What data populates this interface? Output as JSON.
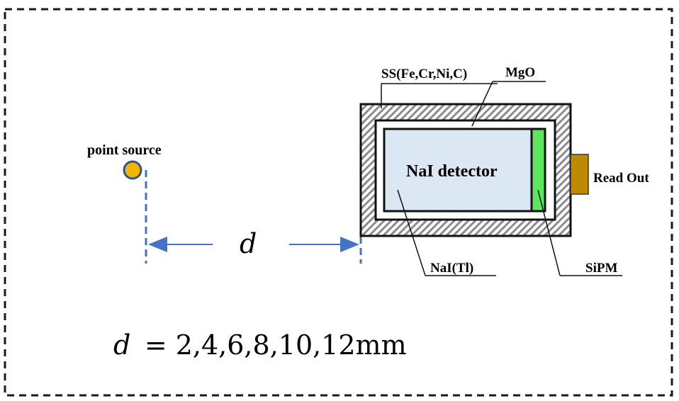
{
  "labels": {
    "point_source": "point source",
    "distance_symbol": "d",
    "housing": "SS(Fe,Cr,Ni,C)",
    "reflector": "MgO",
    "detector": "NaI detector",
    "readout": "Read Out",
    "crystal": "NaI(Tl)",
    "sensor": "SiPM",
    "formula_lhs": "d",
    "formula_rhs": "= 2,4,6,8,10,12mm"
  },
  "colors": {
    "border": "#1a1a1a",
    "source_fill": "#f5b400",
    "source_ring": "#2f5597",
    "arrow": "#4472c4",
    "detector_fill": "#dbe8f4",
    "sipm_fill": "#5ee65e",
    "readout_fill": "#c08a00",
    "hatch": "#7f7f7f"
  }
}
